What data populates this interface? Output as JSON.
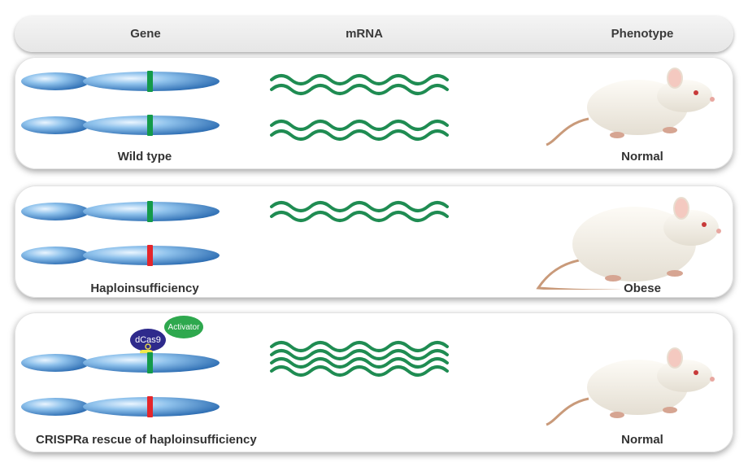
{
  "header": {
    "gene": "Gene",
    "mrna": "mRNA",
    "phenotype": "Phenotype"
  },
  "panels": [
    {
      "label": "Wild type",
      "phenotype": "Normal",
      "mouse_size": "normal"
    },
    {
      "label": "Haploinsufficiency",
      "phenotype": "Obese",
      "mouse_size": "obese"
    },
    {
      "label": "CRISPRa rescue of haploinsufficiency",
      "phenotype": "Normal",
      "mouse_size": "normal"
    }
  ],
  "crispr": {
    "dcas9": "dCas9",
    "activator": "Activator"
  },
  "colors": {
    "allele_functional": "#149a4a",
    "allele_mutant": "#e4262b",
    "mrna": "#1f8c52",
    "chromosome": "#5fa3db"
  }
}
